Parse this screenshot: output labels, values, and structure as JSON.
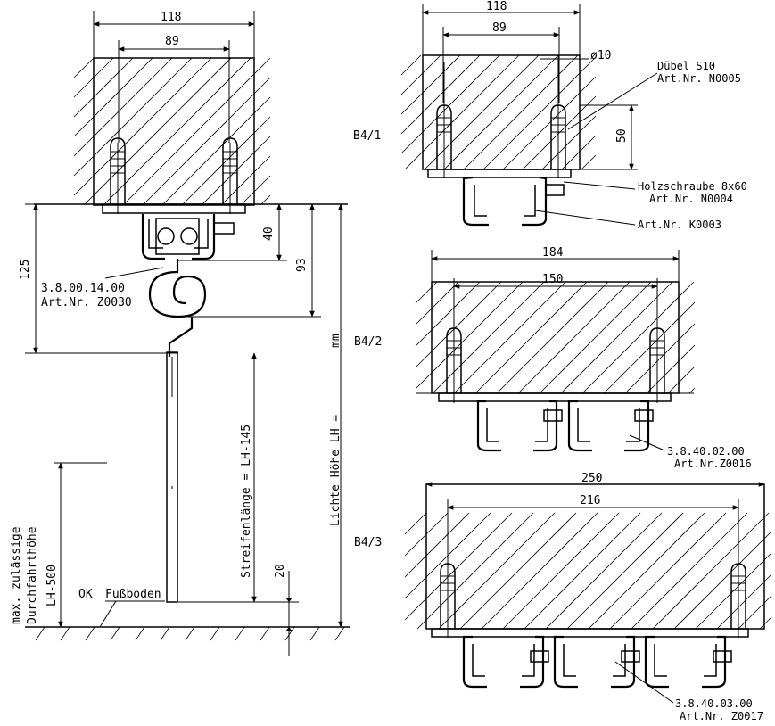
{
  "left_view": {
    "dim_overall": "118",
    "dim_inner": "89",
    "dim_height": "125",
    "dim_40": "40",
    "dim_93": "93",
    "label_part_line1": "3.8.00.14.00",
    "label_part_line2": "Art.Nr. Z0030",
    "dim_mm": "mm",
    "label_lichte_hoehe": "Lichte Höhe LH =",
    "label_streifenlaenge": "Streifenlänge = LH-145",
    "dim_20": "20",
    "label_max_line1": "max. zulässige",
    "label_max_line2": "Durchfahrthöhe",
    "label_max_line3": "LH-500",
    "label_ok": "OK",
    "label_fussboden": "Fußboden"
  },
  "b41": {
    "id": "B4/1",
    "dim_overall": "118",
    "dim_inner": "89",
    "dim_dia": "ø10",
    "label_duebel_line1": "Dübel S10",
    "label_duebel_line2": "Art.Nr. N0005",
    "dim_50": "50",
    "label_holz_line1": "Holzschraube 8x60",
    "label_holz_line2": "Art.Nr. N0004",
    "label_k0003": "Art.Nr. K0003"
  },
  "b42": {
    "id": "B4/2",
    "dim_overall": "184",
    "dim_inner": "150",
    "label_part_line1": "3.8.40.02.00",
    "label_part_line2": "Art.Nr.Z0016"
  },
  "b43": {
    "id": "B4/3",
    "dim_overall": "250",
    "dim_inner": "216",
    "label_part_line1": "3.8.40.03.00",
    "label_part_line2": "Art.Nr. Z0017"
  }
}
